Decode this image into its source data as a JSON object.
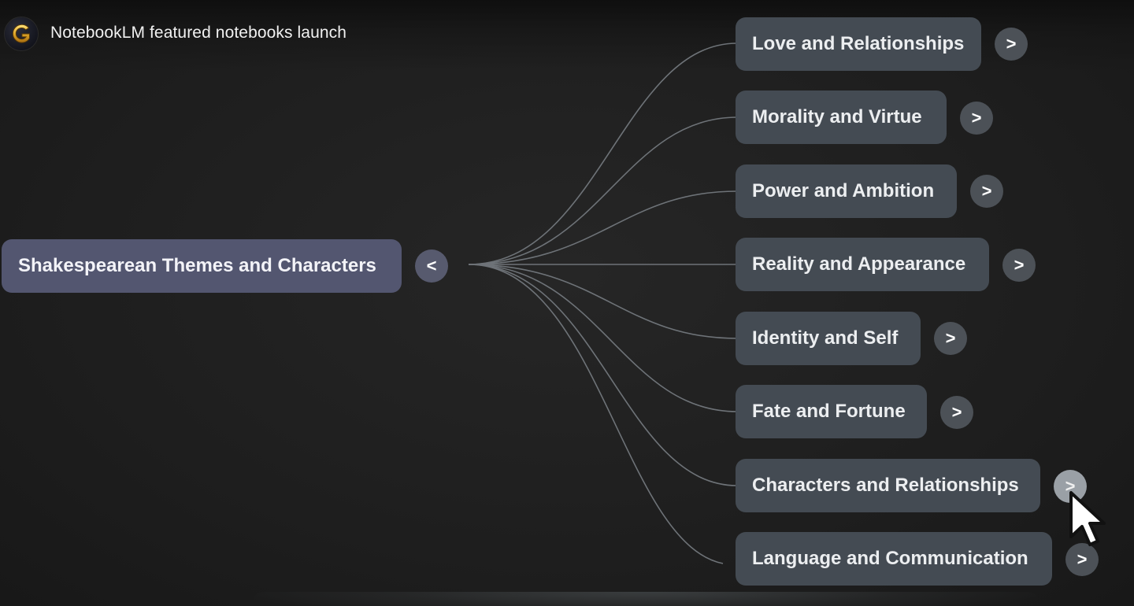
{
  "header": {
    "channel_icon": "channel-logo-g",
    "title": "NotebookLM featured notebooks launch"
  },
  "mindmap": {
    "root": {
      "label": "Shakespearean Themes and Characters",
      "toggle": "<"
    },
    "children": [
      {
        "label": "Love and Relationships",
        "toggle": ">"
      },
      {
        "label": "Morality and Virtue",
        "toggle": ">"
      },
      {
        "label": "Power and Ambition",
        "toggle": ">"
      },
      {
        "label": "Reality and Appearance",
        "toggle": ">"
      },
      {
        "label": "Identity and Self",
        "toggle": ">"
      },
      {
        "label": "Fate and Fortune",
        "toggle": ">"
      },
      {
        "label": "Characters and Relationships",
        "toggle": ">"
      },
      {
        "label": "Language and Communication",
        "toggle": ">"
      }
    ]
  },
  "colors": {
    "background": "#1f1f1f",
    "root_node": "#535670",
    "child_node": "#444b53",
    "connector": "#6e7378"
  },
  "cursor_icon": "pointer-arrow-icon"
}
